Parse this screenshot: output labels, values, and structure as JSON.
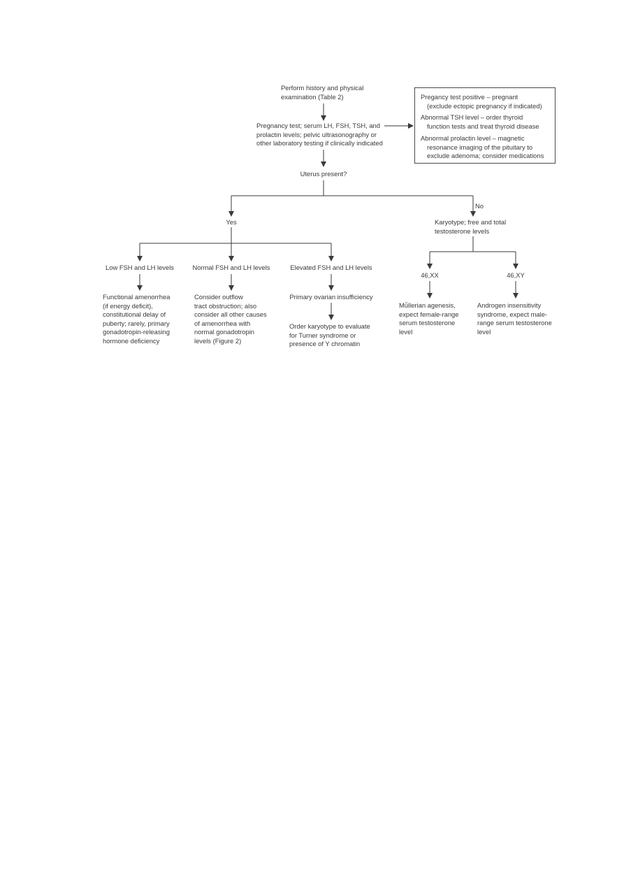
{
  "diagram": {
    "start": [
      "Perform history and physical",
      "examination (Table 2)"
    ],
    "tests": [
      "Pregnancy test; serum LH, FSH, TSH, and",
      "prolactin levels; pelvic ultrasonography or",
      "other laboratory testing if clinically indicated"
    ],
    "side_box": {
      "pregnancy": [
        "Pregancy test positive – pregnant",
        "(exclude ectopic pregnancy if indicated)"
      ],
      "tsh": [
        "Abnormal TSH level – order thyroid",
        "function tests and treat thyroid disease"
      ],
      "prolactin": [
        "Abnormal prolactin level – magnetic",
        "resonance imaging of the pituitary to",
        "exclude adenoma; consider medications"
      ]
    },
    "uterus_question": "Uterus present?",
    "yes_label": "Yes",
    "no_label": "No",
    "yes_branch": {
      "low": {
        "label": "Low FSH and LH levels",
        "result": [
          "Functional amenorrhea",
          "(if energy deficit),",
          "constitutional delay of",
          "puberty; rarely, primary",
          "gonadotropin-releasing",
          "hormone deficiency"
        ]
      },
      "normal": {
        "label": "Normal FSH and LH levels",
        "result": [
          "Consider outflow",
          "tract obstruction; also",
          "consider all other causes",
          "of amenorrhea with",
          "normal gonadotropin",
          "levels (Figure 2)"
        ]
      },
      "elevated": {
        "label": "Elevated FSH and LH levels",
        "result": "Primary ovarian insufficiency",
        "followup": [
          "Order karyotype to evaluate",
          "for Turner syndrome or",
          "presence of Y chromatin"
        ]
      }
    },
    "no_branch": {
      "karyotype": [
        "Karyotype; free and total",
        "testosterone levels"
      ],
      "xx": {
        "label": "46,XX",
        "result": [
          "Mü̈llerian agenesis,",
          "expect female-range",
          "serum testosterone",
          "level"
        ]
      },
      "xy": {
        "label": "46,XY",
        "result": [
          "Androgen insensitivity",
          "syndrome, expect male-",
          "range serum testosterone",
          "level"
        ]
      }
    }
  }
}
